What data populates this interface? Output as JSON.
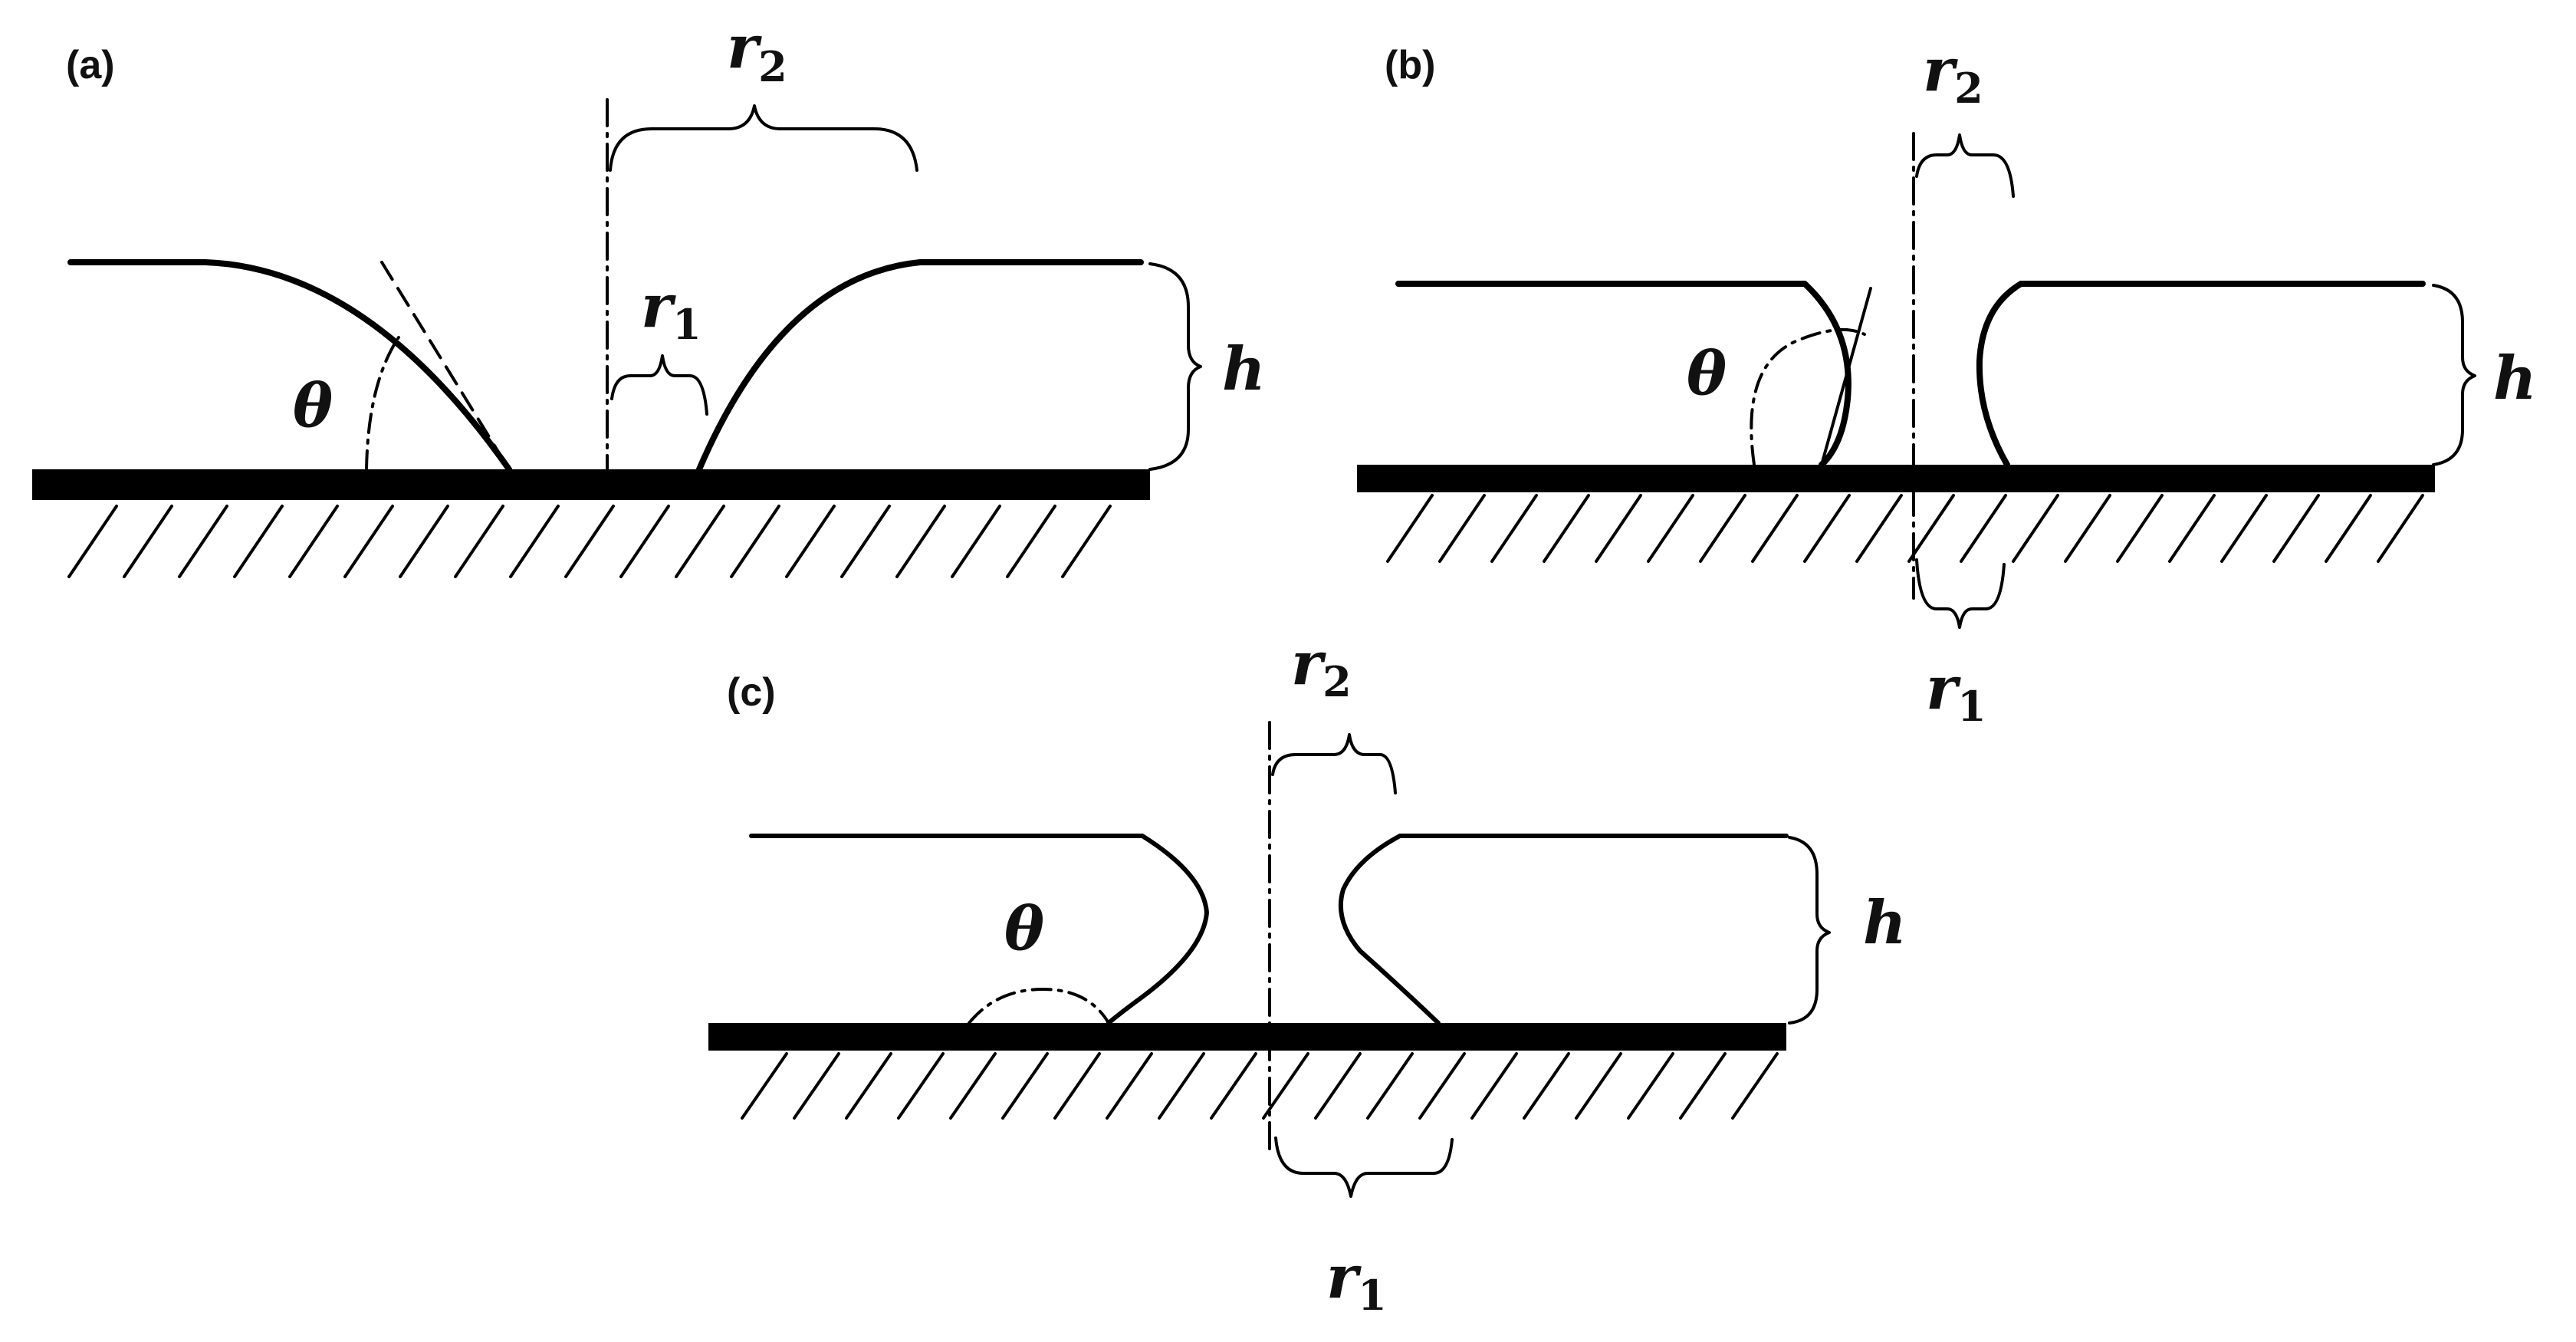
{
  "figure": {
    "panels": [
      {
        "id": "a",
        "label": "(a)",
        "theta": "θ",
        "r1": "r",
        "r1_sub": "1",
        "r2": "r",
        "r2_sub": "2",
        "h": "h"
      },
      {
        "id": "b",
        "label": "(b)",
        "theta": "θ",
        "r1": "r",
        "r1_sub": "1",
        "r2": "r",
        "r2_sub": "2",
        "h": "h"
      },
      {
        "id": "c",
        "label": "(c)",
        "theta": "θ",
        "r1": "r",
        "r1_sub": "1",
        "r2": "r",
        "r2_sub": "2",
        "h": "h"
      }
    ],
    "colors": {
      "ink": "#000000",
      "background": "#ffffff"
    }
  }
}
